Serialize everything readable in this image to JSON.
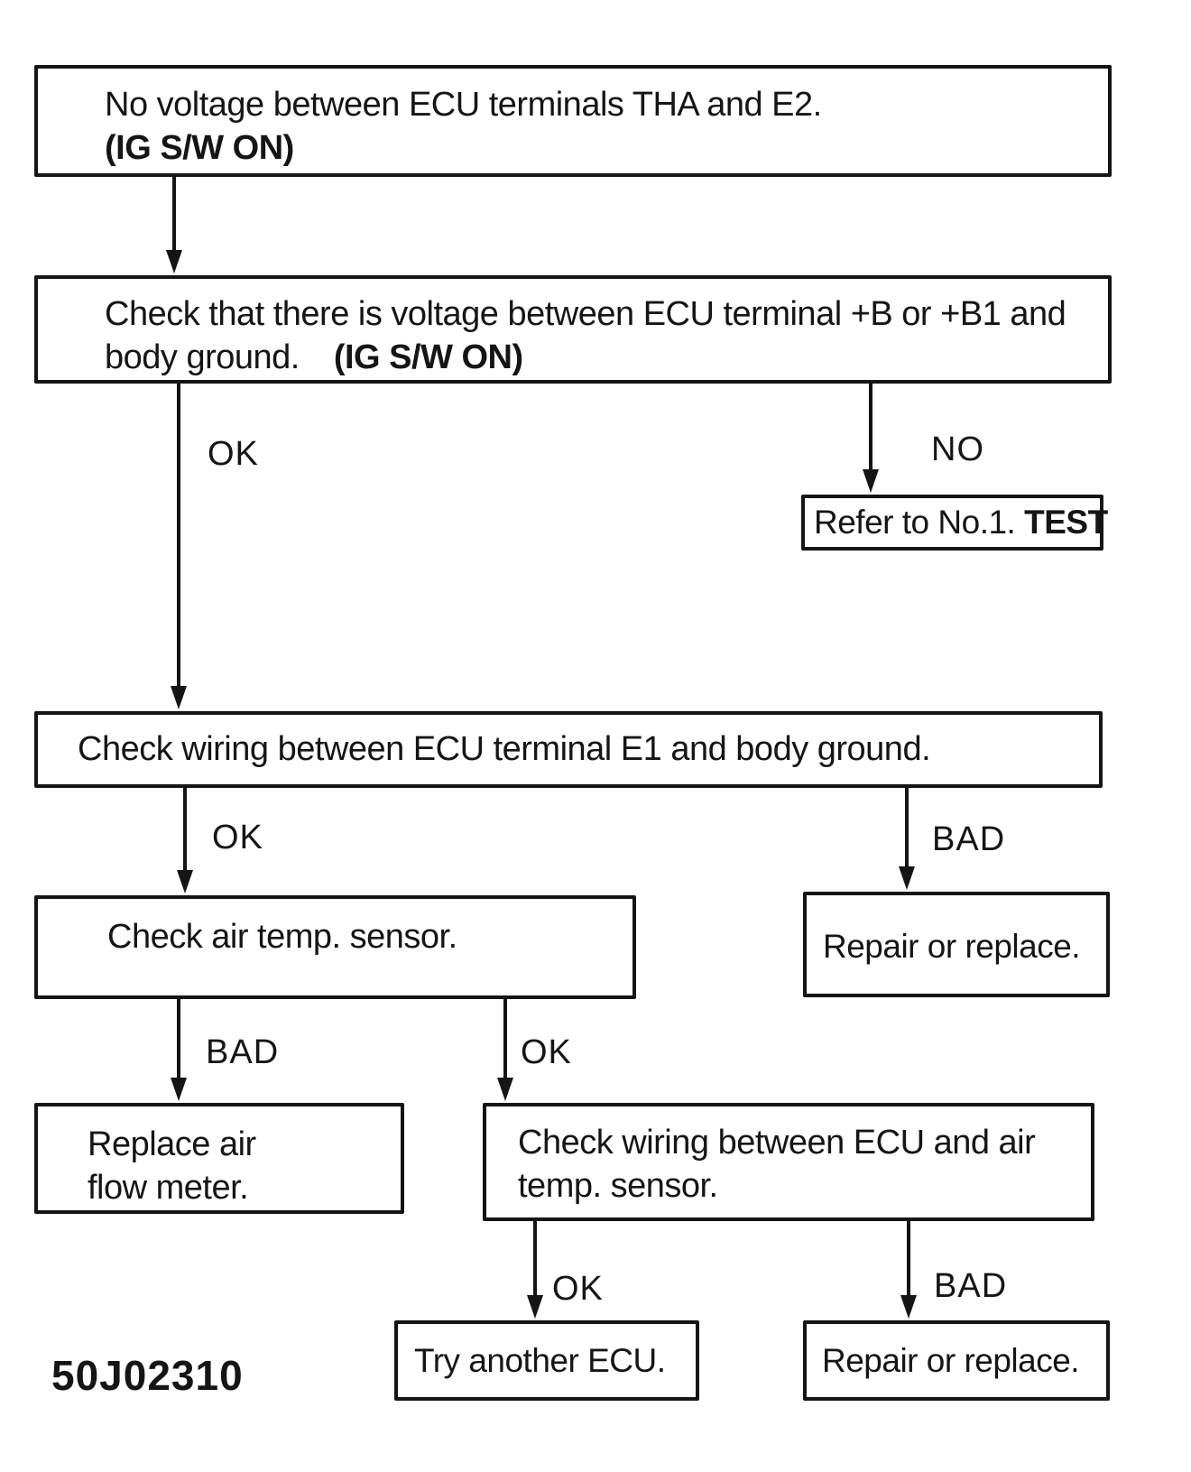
{
  "code": "50J02310",
  "colors": {
    "ink": "#151515",
    "paper": "#ffffff"
  },
  "nodes": {
    "start": {
      "line1": "No voltage between ECU terminals THA and E2.",
      "line2": "(IG S/W ON)"
    },
    "check_voltage": {
      "line1": "Check that there is voltage between ECU terminal +B or +B1 and",
      "line2a": "body ground.",
      "line2b": "(IG S/W ON)"
    },
    "refer_test": {
      "text": "Refer to No.1.",
      "bold": "TEST"
    },
    "check_wiring_e1": {
      "line1": "Check wiring between ECU terminal E1 and body ground."
    },
    "check_air_temp": {
      "line1": "Check air temp. sensor."
    },
    "repair_replace_top": {
      "line1": "Repair or replace."
    },
    "replace_air_flow": {
      "line1": "Replace air",
      "line2": "flow meter."
    },
    "check_wiring_air": {
      "line1": "Check wiring between ECU and air",
      "line2": "temp. sensor."
    },
    "try_another_ecu": {
      "line1": "Try another ECU."
    },
    "repair_replace_bottom": {
      "line1": "Repair or replace."
    }
  },
  "labels": {
    "ok_voltage": "OK",
    "no_voltage": "NO",
    "ok_wiring_e1": "OK",
    "bad_wiring_e1": "BAD",
    "bad_air_temp": "BAD",
    "ok_air_temp": "OK",
    "ok_wiring_air": "OK",
    "bad_wiring_air": "BAD"
  }
}
